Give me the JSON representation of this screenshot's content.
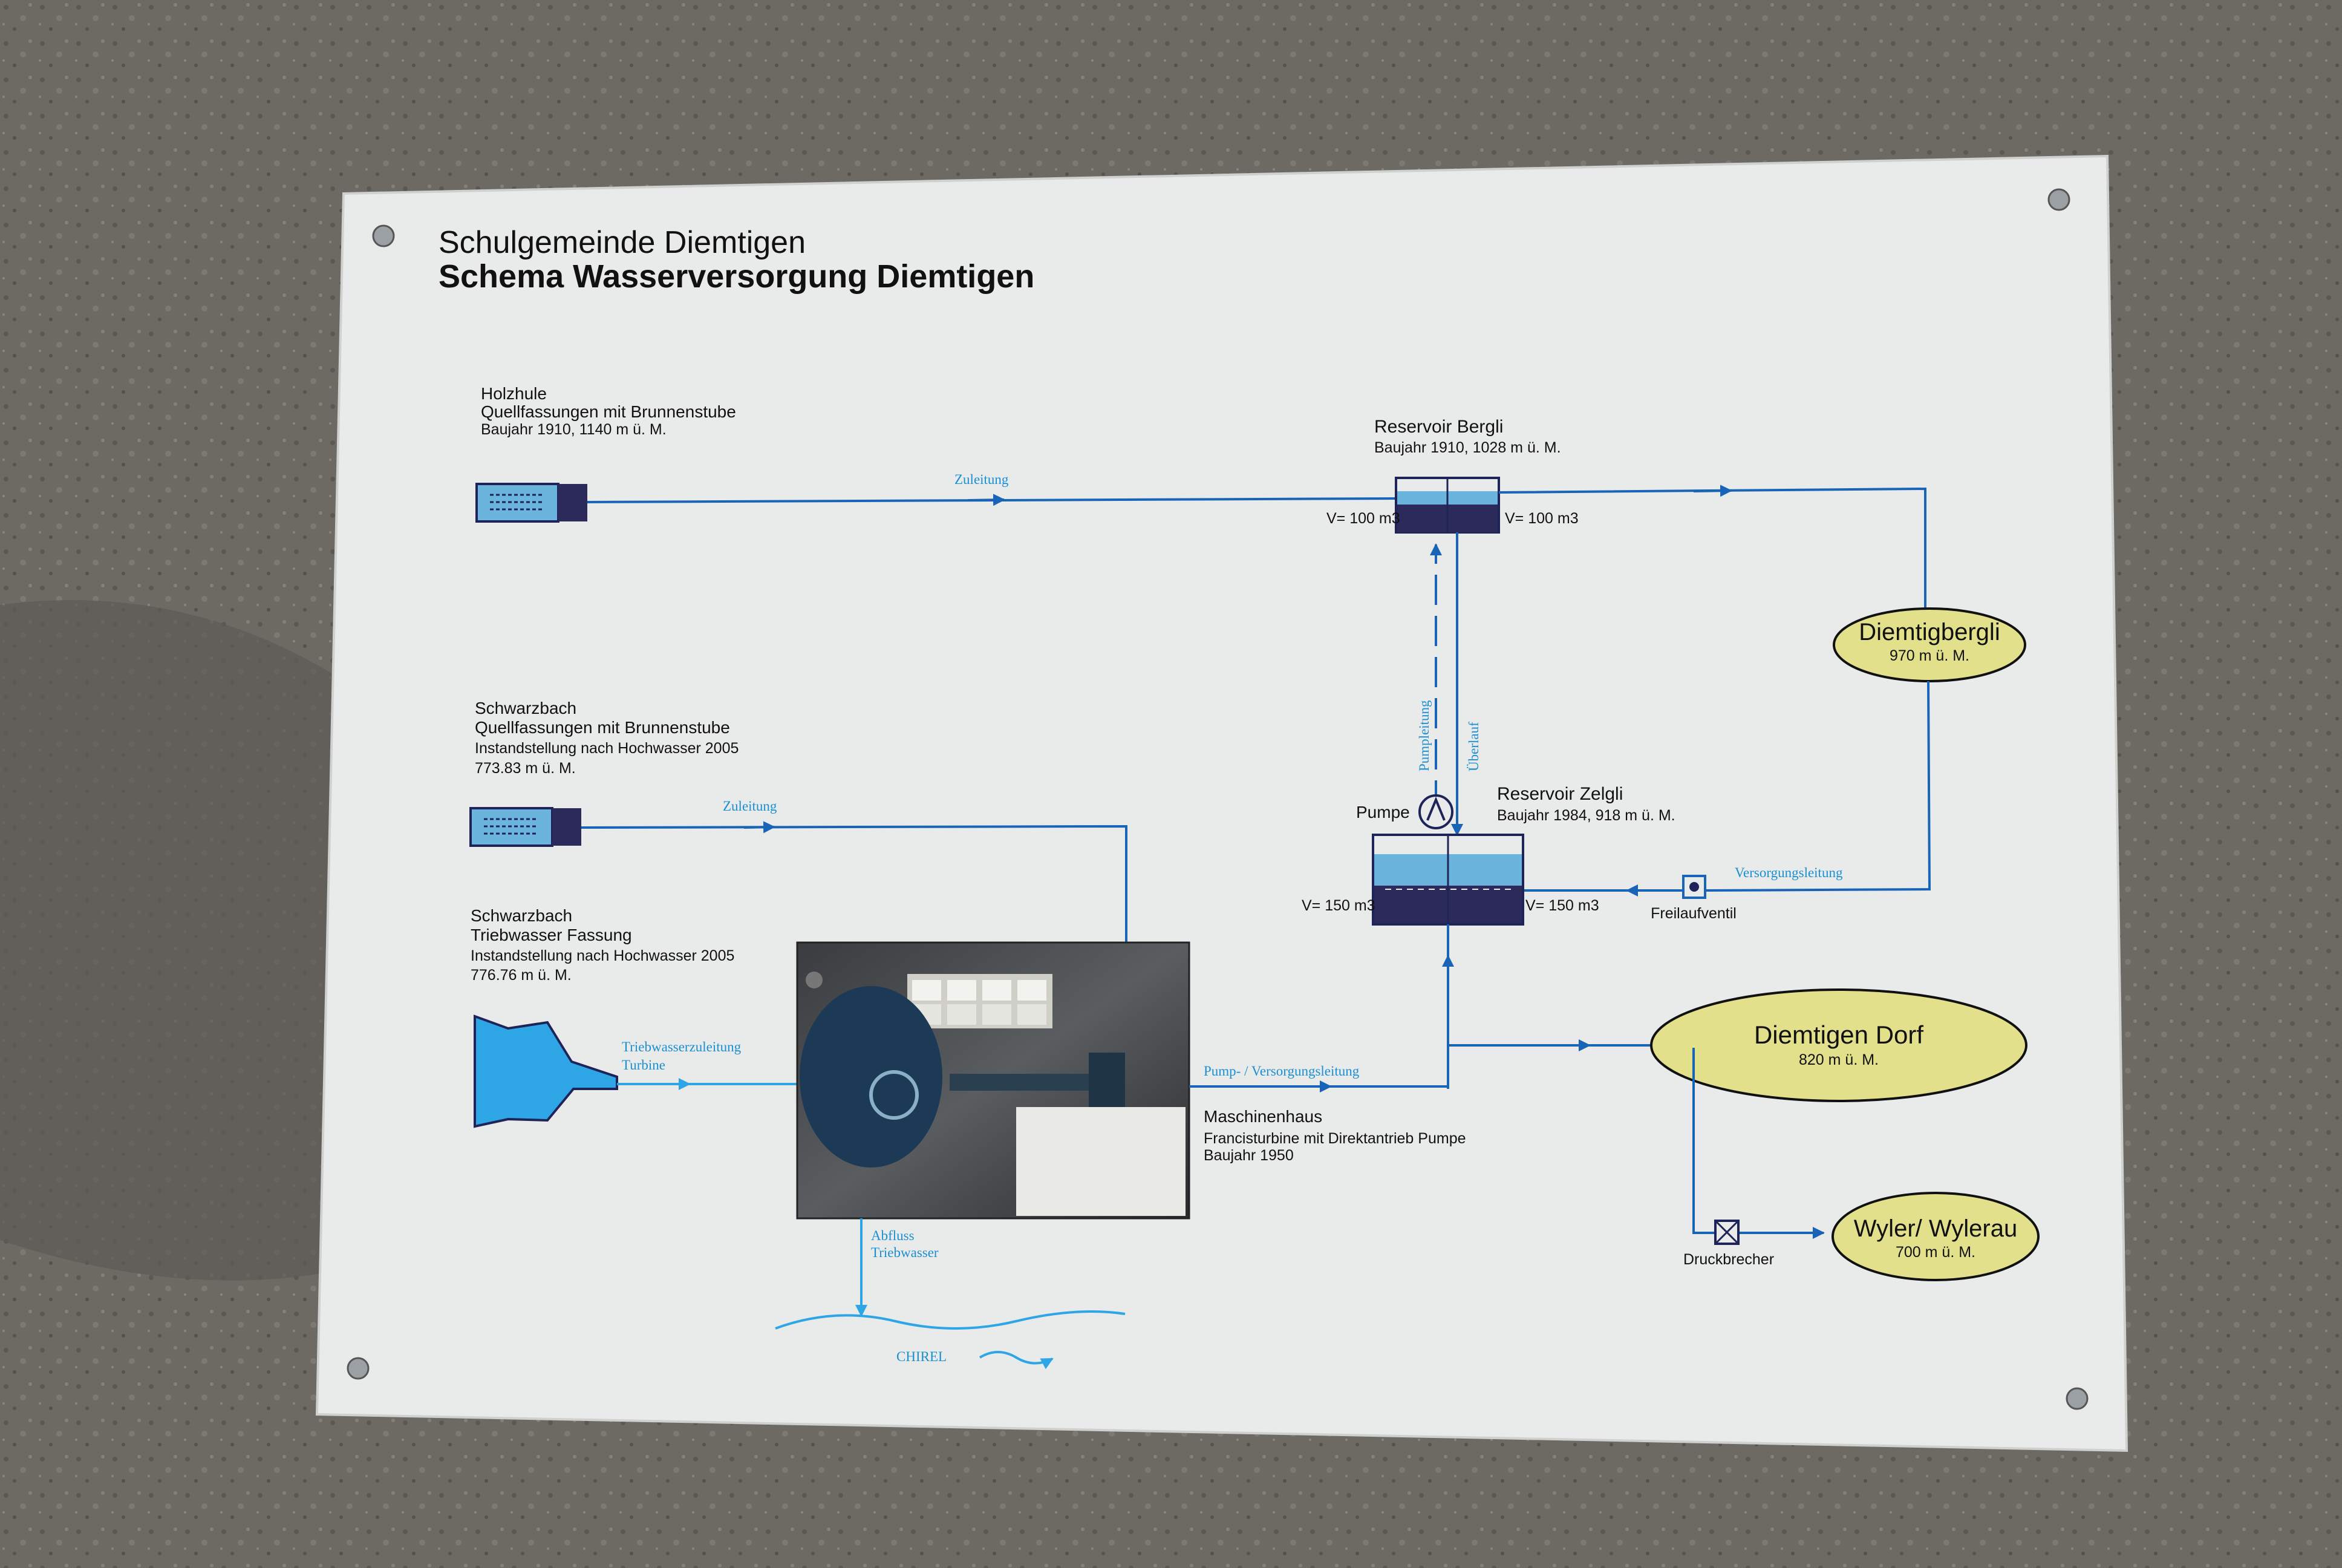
{
  "header": {
    "org": "Schulgemeinde Diemtigen",
    "title": "Schema Wasserversorgung Diemtigen"
  },
  "sources": {
    "holzhule": {
      "name": "Holzhule",
      "desc": "Quellfassungen mit Brunnenstube",
      "detail": "Baujahr 1910, 1140 m ü. M."
    },
    "schwarzbach_quelle": {
      "name": "Schwarzbach",
      "desc": "Quellfassungen mit Brunnenstube",
      "detail1": "Instandstellung nach Hochwasser 2005",
      "detail2": "773.83 m ü. M."
    },
    "schwarzbach_triebwasser": {
      "name": "Schwarzbach",
      "desc": "Triebwasser Fassung",
      "detail1": "Instandstellung nach Hochwasser 2005",
      "detail2": "776.76 m ü. M."
    }
  },
  "reservoirs": {
    "bergli": {
      "name": "Reservoir Bergli",
      "detail": "Baujahr 1910, 1028 m ü. M.",
      "vol_left": "V= 100 m3",
      "vol_right": "V= 100 m3"
    },
    "zelgli": {
      "name": "Reservoir Zelgli",
      "detail": "Baujahr 1984, 918 m ü. M.",
      "vol_left": "V= 150 m3",
      "vol_right": "V= 150 m3"
    }
  },
  "lines": {
    "zuleitung_1": "Zuleitung",
    "zuleitung_2": "Zuleitung",
    "pumpleitung": "Pumpleitung",
    "ueberlauf": "Überlauf",
    "versorgungsleitung": "Versorgungsleitung",
    "triebwasser_1": "Triebwasserzuleitung",
    "triebwasser_2": "Turbine",
    "pump_versorgung": "Pump- / Versorgungsleitung",
    "abfluss_1": "Abfluss",
    "abfluss_2": "Triebwasser",
    "river": "CHIREL"
  },
  "devices": {
    "pumpe": "Pumpe",
    "freilaufventil": "Freilaufventil",
    "druckbrecher": "Druckbrecher"
  },
  "machine_house": {
    "name": "Maschinenhaus",
    "desc": "Francisturbine mit Direktantrieb Pumpe",
    "detail": "Baujahr 1950"
  },
  "consumers": {
    "diemtigbergli": {
      "name": "Diemtigbergli",
      "alt": "970 m ü. M."
    },
    "dorf": {
      "name": "Diemtigen Dorf",
      "alt": "820 m ü. M."
    },
    "wyler": {
      "name": "Wyler/ Wylerau",
      "alt": "700 m ü. M."
    }
  },
  "colors": {
    "pipe": "#1a64b8",
    "pipe_light": "#2ea6e6",
    "consumer_fill": "#e3e08c",
    "board": "#e9ebea",
    "wall": "#6d6a64"
  }
}
